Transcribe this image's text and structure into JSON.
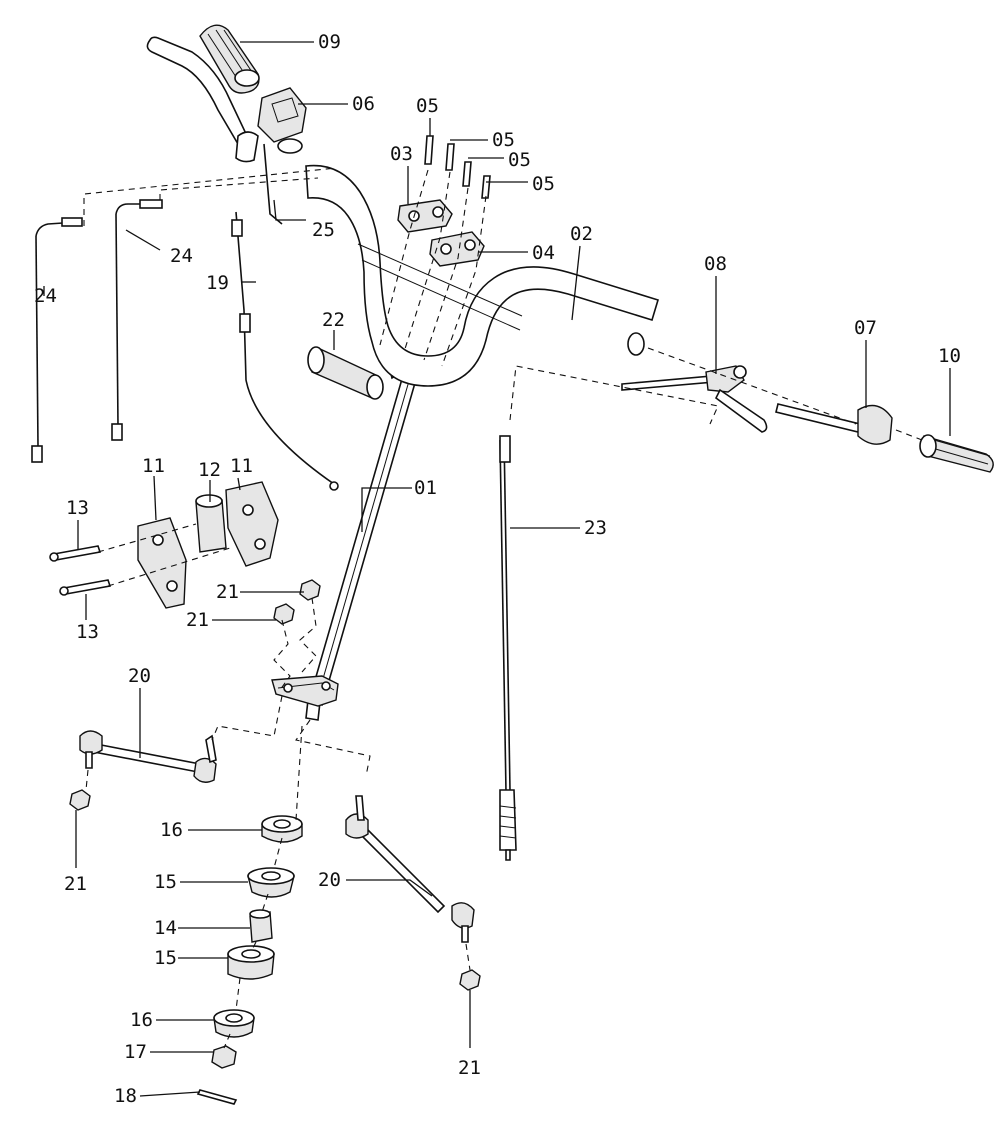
{
  "labels": {
    "p01": "01",
    "p02": "02",
    "p03": "03",
    "p04": "04",
    "p05a": "05",
    "p05b": "05",
    "p05c": "05",
    "p05d": "05",
    "p06": "06",
    "p07": "07",
    "p08": "08",
    "p09": "09",
    "p10": "10",
    "p11a": "11",
    "p11b": "11",
    "p12": "12",
    "p13a": "13",
    "p13b": "13",
    "p14": "14",
    "p15a": "15",
    "p15b": "15",
    "p16a": "16",
    "p16b": "16",
    "p17": "17",
    "p18": "18",
    "p19": "19",
    "p20a": "20",
    "p20b": "20",
    "p21a": "21",
    "p21b": "21",
    "p21c": "21",
    "p21d": "21",
    "p22": "22",
    "p23": "23",
    "p24a": "24",
    "p24b": "24",
    "p25": "25"
  }
}
